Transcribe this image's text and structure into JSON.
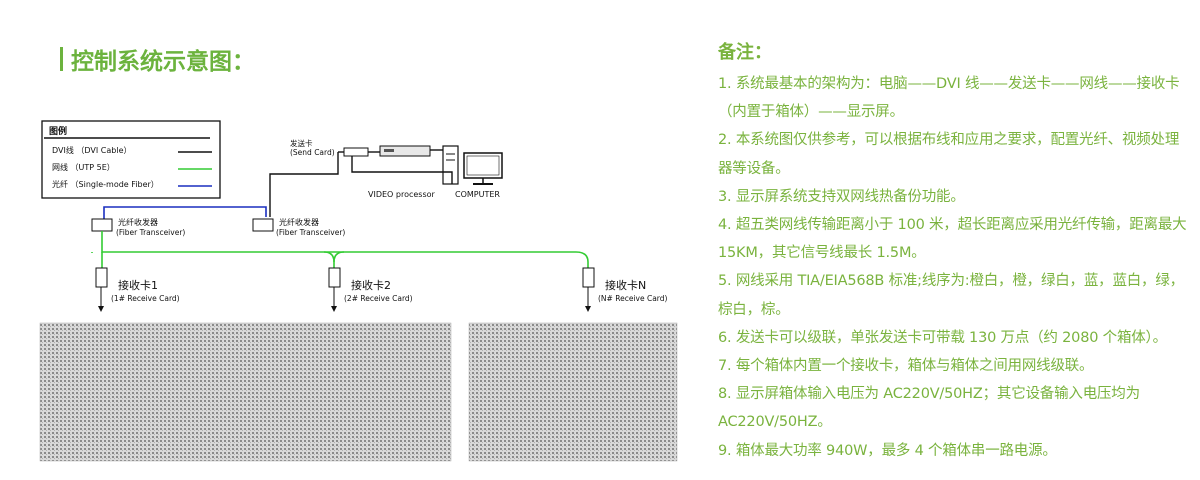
{
  "title": "控制系统示意图：",
  "legend": {
    "heading": "图例",
    "items": [
      {
        "label": "DVI线 （DVI Cable）",
        "color": "#111111"
      },
      {
        "label": "网线 （UTP 5E）",
        "color": "#33cc33"
      },
      {
        "label": "光纤 （Single-mode Fiber）",
        "color": "#1a2fbf"
      }
    ]
  },
  "devices": {
    "send_card": {
      "cn": "发送卡",
      "en": "(Send Card)"
    },
    "video_processor": "VIDEO processor",
    "computer": "COMPUTER",
    "fiber_left": {
      "cn": "光纤收发器",
      "en": "(Fiber Transceiver)"
    },
    "fiber_right": {
      "cn": "光纤收发器",
      "en": "(Fiber Transceiver)"
    },
    "receive_cards": [
      {
        "cn": "接收卡1",
        "en": "(1# Receive Card)"
      },
      {
        "cn": "接收卡2",
        "en": "(2# Receive Card)"
      },
      {
        "cn": "接收卡N",
        "en": "(N# Receive Card)"
      }
    ]
  },
  "notes": {
    "title": "备注：",
    "items": [
      "1. 系统最基本的架构为：电脑——DVI 线——发送卡——网线——接收卡（内置于箱体）——显示屏。",
      "2. 本系统图仅供参考，可以根据布线和应用之要求，配置光纤、视频处理器等设备。",
      "3. 显示屏系统支持双网线热备份功能。",
      "4. 超五类网线传输距离小于 100 米，超长距离应采用光纤传输，距离最大 15KM，其它信号线最长 1.5M。",
      "5. 网线采用 TIA/EIA568B 标准;线序为:橙白，橙，绿白，蓝，蓝白，绿，棕白，棕。",
      "6. 发送卡可以级联，单张发送卡可带载 130 万点（约 2080 个箱体）。",
      "7. 每个箱体内置一个接收卡，箱体与箱体之间用网线级联。",
      "8. 显示屏箱体输入电压为 AC220V/50HZ；其它设备输入电压均为 AC220V/50HZ。",
      "9. 箱体最大功率 940W，最多 4 个箱体串一路电源。"
    ]
  },
  "colors": {
    "accent": "#6cb33e",
    "network": "#33cc33",
    "fiber": "#1a2fbf",
    "dvi": "#111111"
  }
}
